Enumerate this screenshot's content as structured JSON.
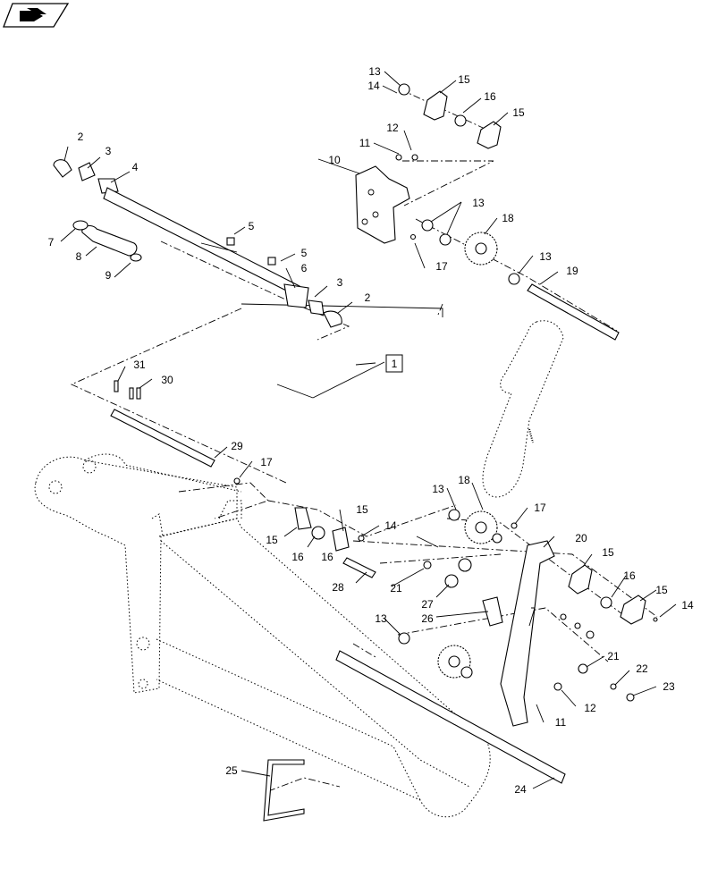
{
  "nav_icon": "previous-page-arrow-icon",
  "callouts": {
    "c1": "1",
    "c2a": "2",
    "c2b": "2",
    "c3a": "3",
    "c3b": "3",
    "c4": "4",
    "c5a": "5",
    "c5b": "5",
    "c6": "6",
    "c7": "7",
    "c8": "8",
    "c9": "9",
    "c10": "10",
    "c11a": "11",
    "c11b": "11",
    "c12a": "12",
    "c12b": "12",
    "c13a": "13",
    "c13b": "13",
    "c13c": "13",
    "c13d": "13",
    "c13e": "13",
    "c14a": "14",
    "c14b": "14",
    "c14c": "14",
    "c15a": "15",
    "c15b": "15",
    "c15c": "15",
    "c15d": "15",
    "c15e": "15",
    "c15f": "15",
    "c16a": "16",
    "c16b": "16",
    "c16c": "16",
    "c16d": "16",
    "c17a": "17",
    "c17b": "17",
    "c17c": "17",
    "c18a": "18",
    "c18b": "18",
    "c19": "19",
    "c20": "20",
    "c21a": "21",
    "c21b": "21",
    "c22": "22",
    "c23": "23",
    "c24": "24",
    "c25": "25",
    "c26": "26",
    "c27": "27",
    "c28": "28",
    "c29": "29",
    "c30": "30",
    "c31": "31"
  }
}
